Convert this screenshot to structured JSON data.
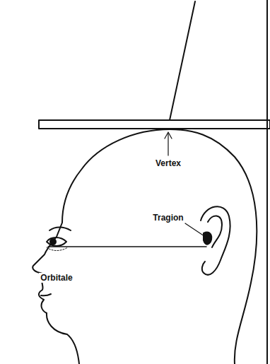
{
  "diagram": {
    "labels": [
      "Vertex",
      "Tragion",
      "Orbitale"
    ]
  }
}
